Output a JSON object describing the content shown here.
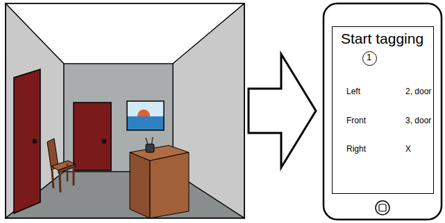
{
  "diagram": {
    "nodes": [
      {
        "text": [
          "Start tagging"
        ]
      },
      {
        "text": [
          "1"
        ],
        "in": 0
      }
    ],
    "labels": [
      "Left",
      "2, door",
      "Front",
      "3, door",
      "Right",
      "X"
    ]
  }
}
